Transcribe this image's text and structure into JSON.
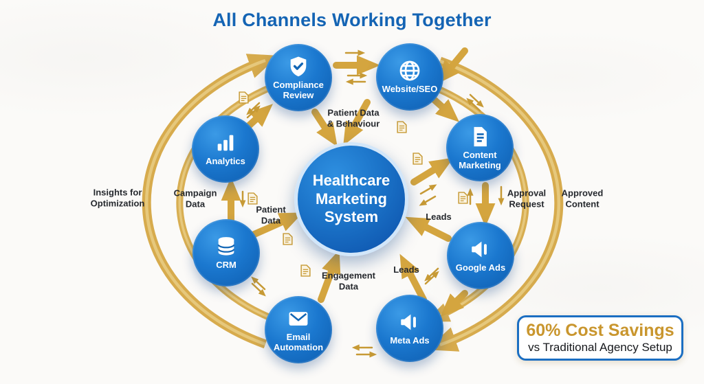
{
  "title": "All Channels Working Together",
  "center": {
    "label": "Healthcare Marketing System"
  },
  "nodes": [
    {
      "label": "Compliance Review",
      "icon": "shield-check-icon"
    },
    {
      "label": "Website/SEO",
      "icon": "globe-icon"
    },
    {
      "label": "Content Marketing",
      "icon": "document-icon"
    },
    {
      "label": "Google Ads",
      "icon": "megaphone-icon"
    },
    {
      "label": "Meta Ads",
      "icon": "megaphone-icon"
    },
    {
      "label": "Email Automation",
      "icon": "envelope-icon"
    },
    {
      "label": "CRM",
      "icon": "database-icon"
    },
    {
      "label": "Analytics",
      "icon": "bar-chart-icon"
    }
  ],
  "flow_labels": {
    "patient_data_behaviour": "Patient Data\n& Behaviour",
    "insights": "Insights for\nOptimization",
    "campaign_data": "Campaign\nData",
    "patient_data": "Patient\nData",
    "engagement_data": "Engagement\nData",
    "leads_meta": "Leads",
    "leads_google": "Leads",
    "approval_request": "Approval\nRequest",
    "approved_content": "Approved\nContent"
  },
  "badge": {
    "headline": "60% Cost Savings",
    "subline": "vs Traditional Agency Setup"
  },
  "colors": {
    "title_blue": "#1464b4",
    "node_blue": "#0d5cae",
    "node_blue_light": "#2e8fe0",
    "arrow_gold": "#d4a53f",
    "arrow_gold_light": "#e9cd85",
    "badge_gold": "#c9962e",
    "badge_border": "#1b6ec2",
    "label_text": "#26292e"
  }
}
